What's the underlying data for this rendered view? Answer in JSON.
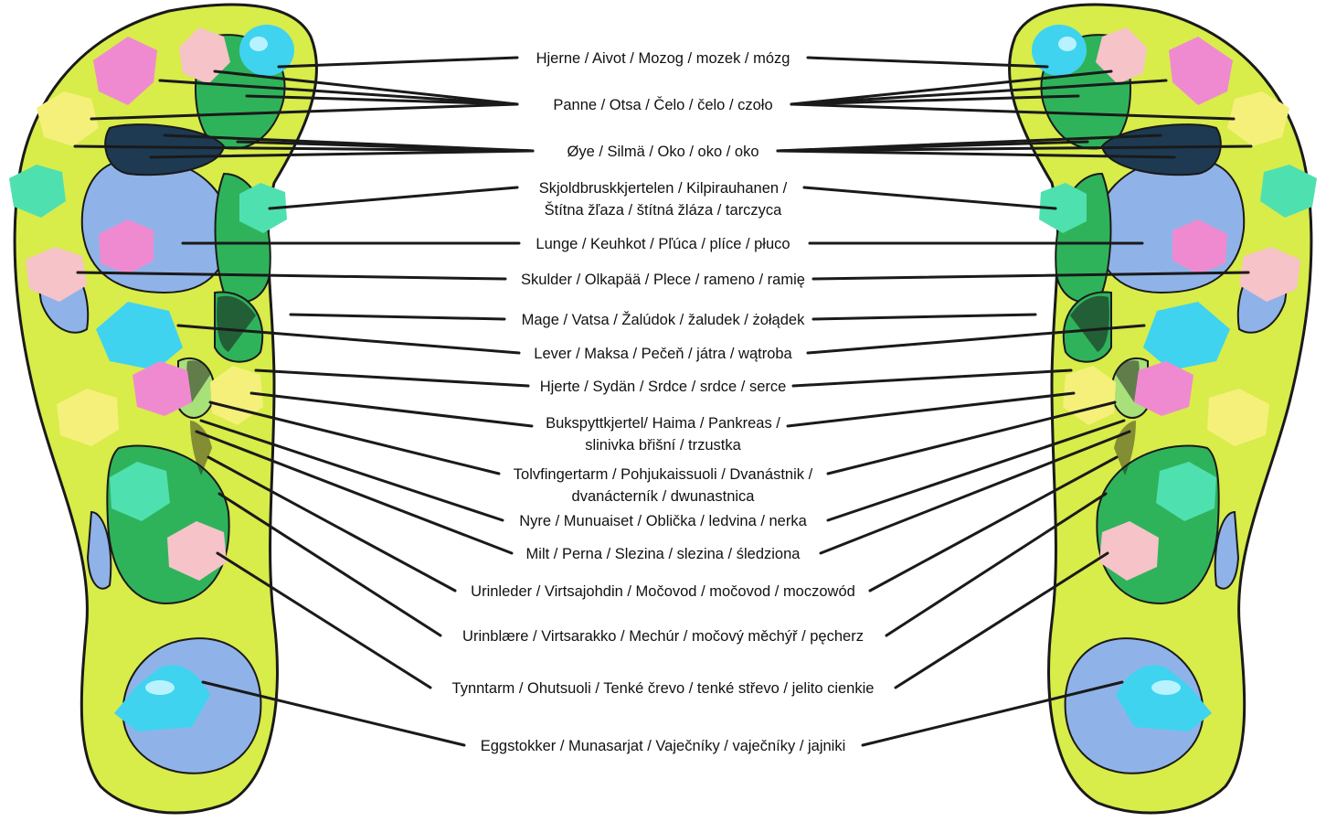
{
  "labels": [
    {
      "id": "brain",
      "lines": [
        "Hjerne / Aivot / Mozog / mozek / mózg"
      ]
    },
    {
      "id": "forehead",
      "lines": [
        "Panne / Otsa / Čelo / čelo / czoło"
      ]
    },
    {
      "id": "eye",
      "lines": [
        "Øye / Silmä / Oko / oko / oko"
      ]
    },
    {
      "id": "thyroid",
      "lines": [
        "Skjoldbruskkjertelen / Kilpirauhanen /",
        "Štítna žľaza / štítná žláza / tarczyca"
      ]
    },
    {
      "id": "lung",
      "lines": [
        "Lunge / Keuhkot / Pľúca / plíce / płuco"
      ]
    },
    {
      "id": "shoulder",
      "lines": [
        "Skulder / Olkapää / Plece / rameno / ramię"
      ]
    },
    {
      "id": "stomach",
      "lines": [
        "Mage / Vatsa / Žalúdok / žaludek / żołądek"
      ]
    },
    {
      "id": "liver",
      "lines": [
        "Lever / Maksa / Pečeň / játra / wątroba"
      ]
    },
    {
      "id": "heart",
      "lines": [
        "Hjerte / Sydän / Srdce / srdce / serce"
      ]
    },
    {
      "id": "pancreas",
      "lines": [
        "Bukspyttkjertel/ Haima / Pankreas /",
        "slinivka břišní / trzustka"
      ]
    },
    {
      "id": "duodenum",
      "lines": [
        "Tolvfingertarm / Pohjukaissuoli / Dvanástnik /",
        "dvanácterník / dwunastnica"
      ]
    },
    {
      "id": "kidney",
      "lines": [
        "Nyre / Munuaiset / Oblička / ledvina / nerka"
      ]
    },
    {
      "id": "spleen",
      "lines": [
        "Milt / Perna / Slezina / slezina / śledziona"
      ]
    },
    {
      "id": "ureter",
      "lines": [
        "Urinleder / Virtsajohdin / Močovod / močovod / moczowód"
      ]
    },
    {
      "id": "bladder",
      "lines": [
        "Urinblære / Virtsarakko / Mechúr / močový měchýř / pęcherz"
      ]
    },
    {
      "id": "small_intestine",
      "lines": [
        "Tynntarm / Ohutsuoli / Tenké črevo / tenké střevo / jelito cienkie"
      ]
    },
    {
      "id": "ovaries",
      "lines": [
        "Eggstokker / Munasarjat / Vaječníky / vaječníky / jajniki"
      ]
    }
  ],
  "colors": {
    "insole": "#d8ec4a",
    "outline": "#1a1a1a",
    "zone_green": "#2fb35a",
    "zone_blue": "#8fb3e8",
    "zone_lightgreen": "#a8e07a",
    "nub_cyan": "#3fd3f0",
    "nub_pink": "#f08ad0",
    "nub_yellow": "#f5f07a",
    "nub_mint": "#4fe0b0",
    "nub_peach": "#f6c3c8"
  }
}
